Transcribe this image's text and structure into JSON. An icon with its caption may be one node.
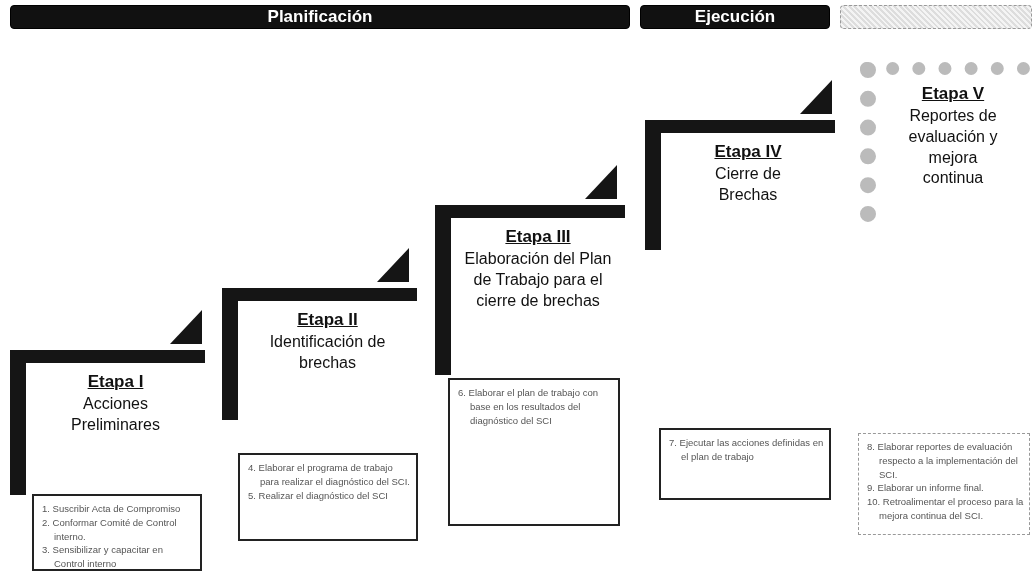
{
  "diagram": {
    "nodes": [
      {
        "text": [
          "Planificación"
        ]
      },
      {
        "text": [
          "Ejecución"
        ]
      },
      {
        "text": [],
        "shape": "bar"
      },
      {
        "text": [
          "Etapa I",
          "Acciones Preliminares"
        ]
      },
      {
        "text": [
          "1. Suscribir Acta de Compromiso",
          "2. Conformar Comité de Control interno.",
          "3. Sensibilizar y capacitar en Control interno"
        ]
      },
      {
        "text": [
          "Etapa II",
          "Identificación de brechas"
        ]
      },
      {
        "text": [
          "4. Elaborar el programa de trabajo para realizar el diagnóstico del SCI.",
          "5. Realizar el diagnóstico del SCI"
        ]
      },
      {
        "text": [
          "Etapa III",
          "Elaboración del Plan de Trabajo para el cierre de brechas"
        ]
      },
      {
        "text": [
          "6. Elaborar el plan de trabajo con base en los resultados del diagnóstico del SCI"
        ]
      },
      {
        "text": [
          "Etapa IV",
          "Cierre de Brechas"
        ]
      },
      {
        "text": [
          "7. Ejecutar las acciones definidas en el plan de trabajo"
        ]
      },
      {
        "text": [
          "Etapa V",
          "Reportes de evaluación y mejora continua"
        ]
      },
      {
        "text": [
          "8. Elaborar reportes de evaluación respecto a la implementación del SCI.",
          "9. Elaborar un informe final.",
          "10. Retroalimentar el proceso para la mejora continua del SCI."
        ]
      }
    ],
    "edges": []
  }
}
